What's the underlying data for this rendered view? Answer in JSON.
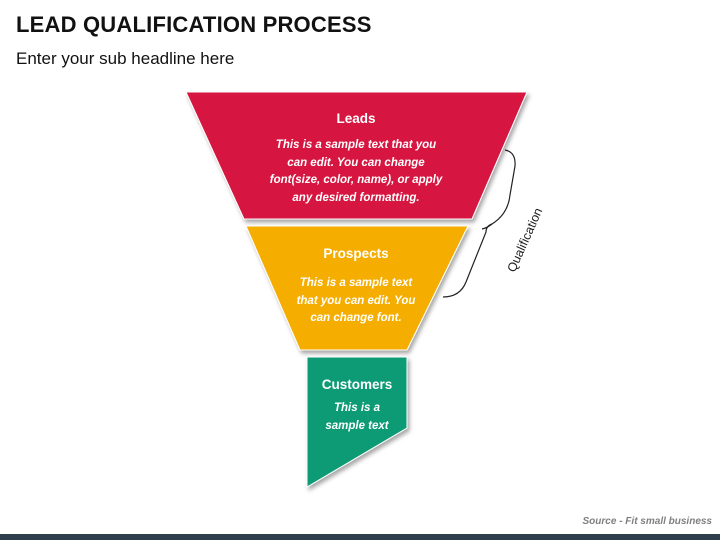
{
  "header": {
    "title": "LEAD QUALIFICATION PROCESS",
    "subtitle": "Enter your sub headline here"
  },
  "stages": [
    {
      "name": "Leads",
      "text_lines": [
        "This is a sample text that you",
        "can edit. You can change",
        "font(size, color, name), or apply",
        "any desired formatting."
      ],
      "color": "#d6143f"
    },
    {
      "name": "Prospects",
      "text_lines": [
        "This is a sample text",
        "that you can edit. You",
        "can change font."
      ],
      "color": "#f5ad00"
    },
    {
      "name": "Customers",
      "text_lines": [
        "This is a",
        "sample text"
      ],
      "color": "#0b9b74"
    }
  ],
  "bracket": {
    "label": "Qualification"
  },
  "footer": {
    "source": "Source - Fit small business"
  }
}
